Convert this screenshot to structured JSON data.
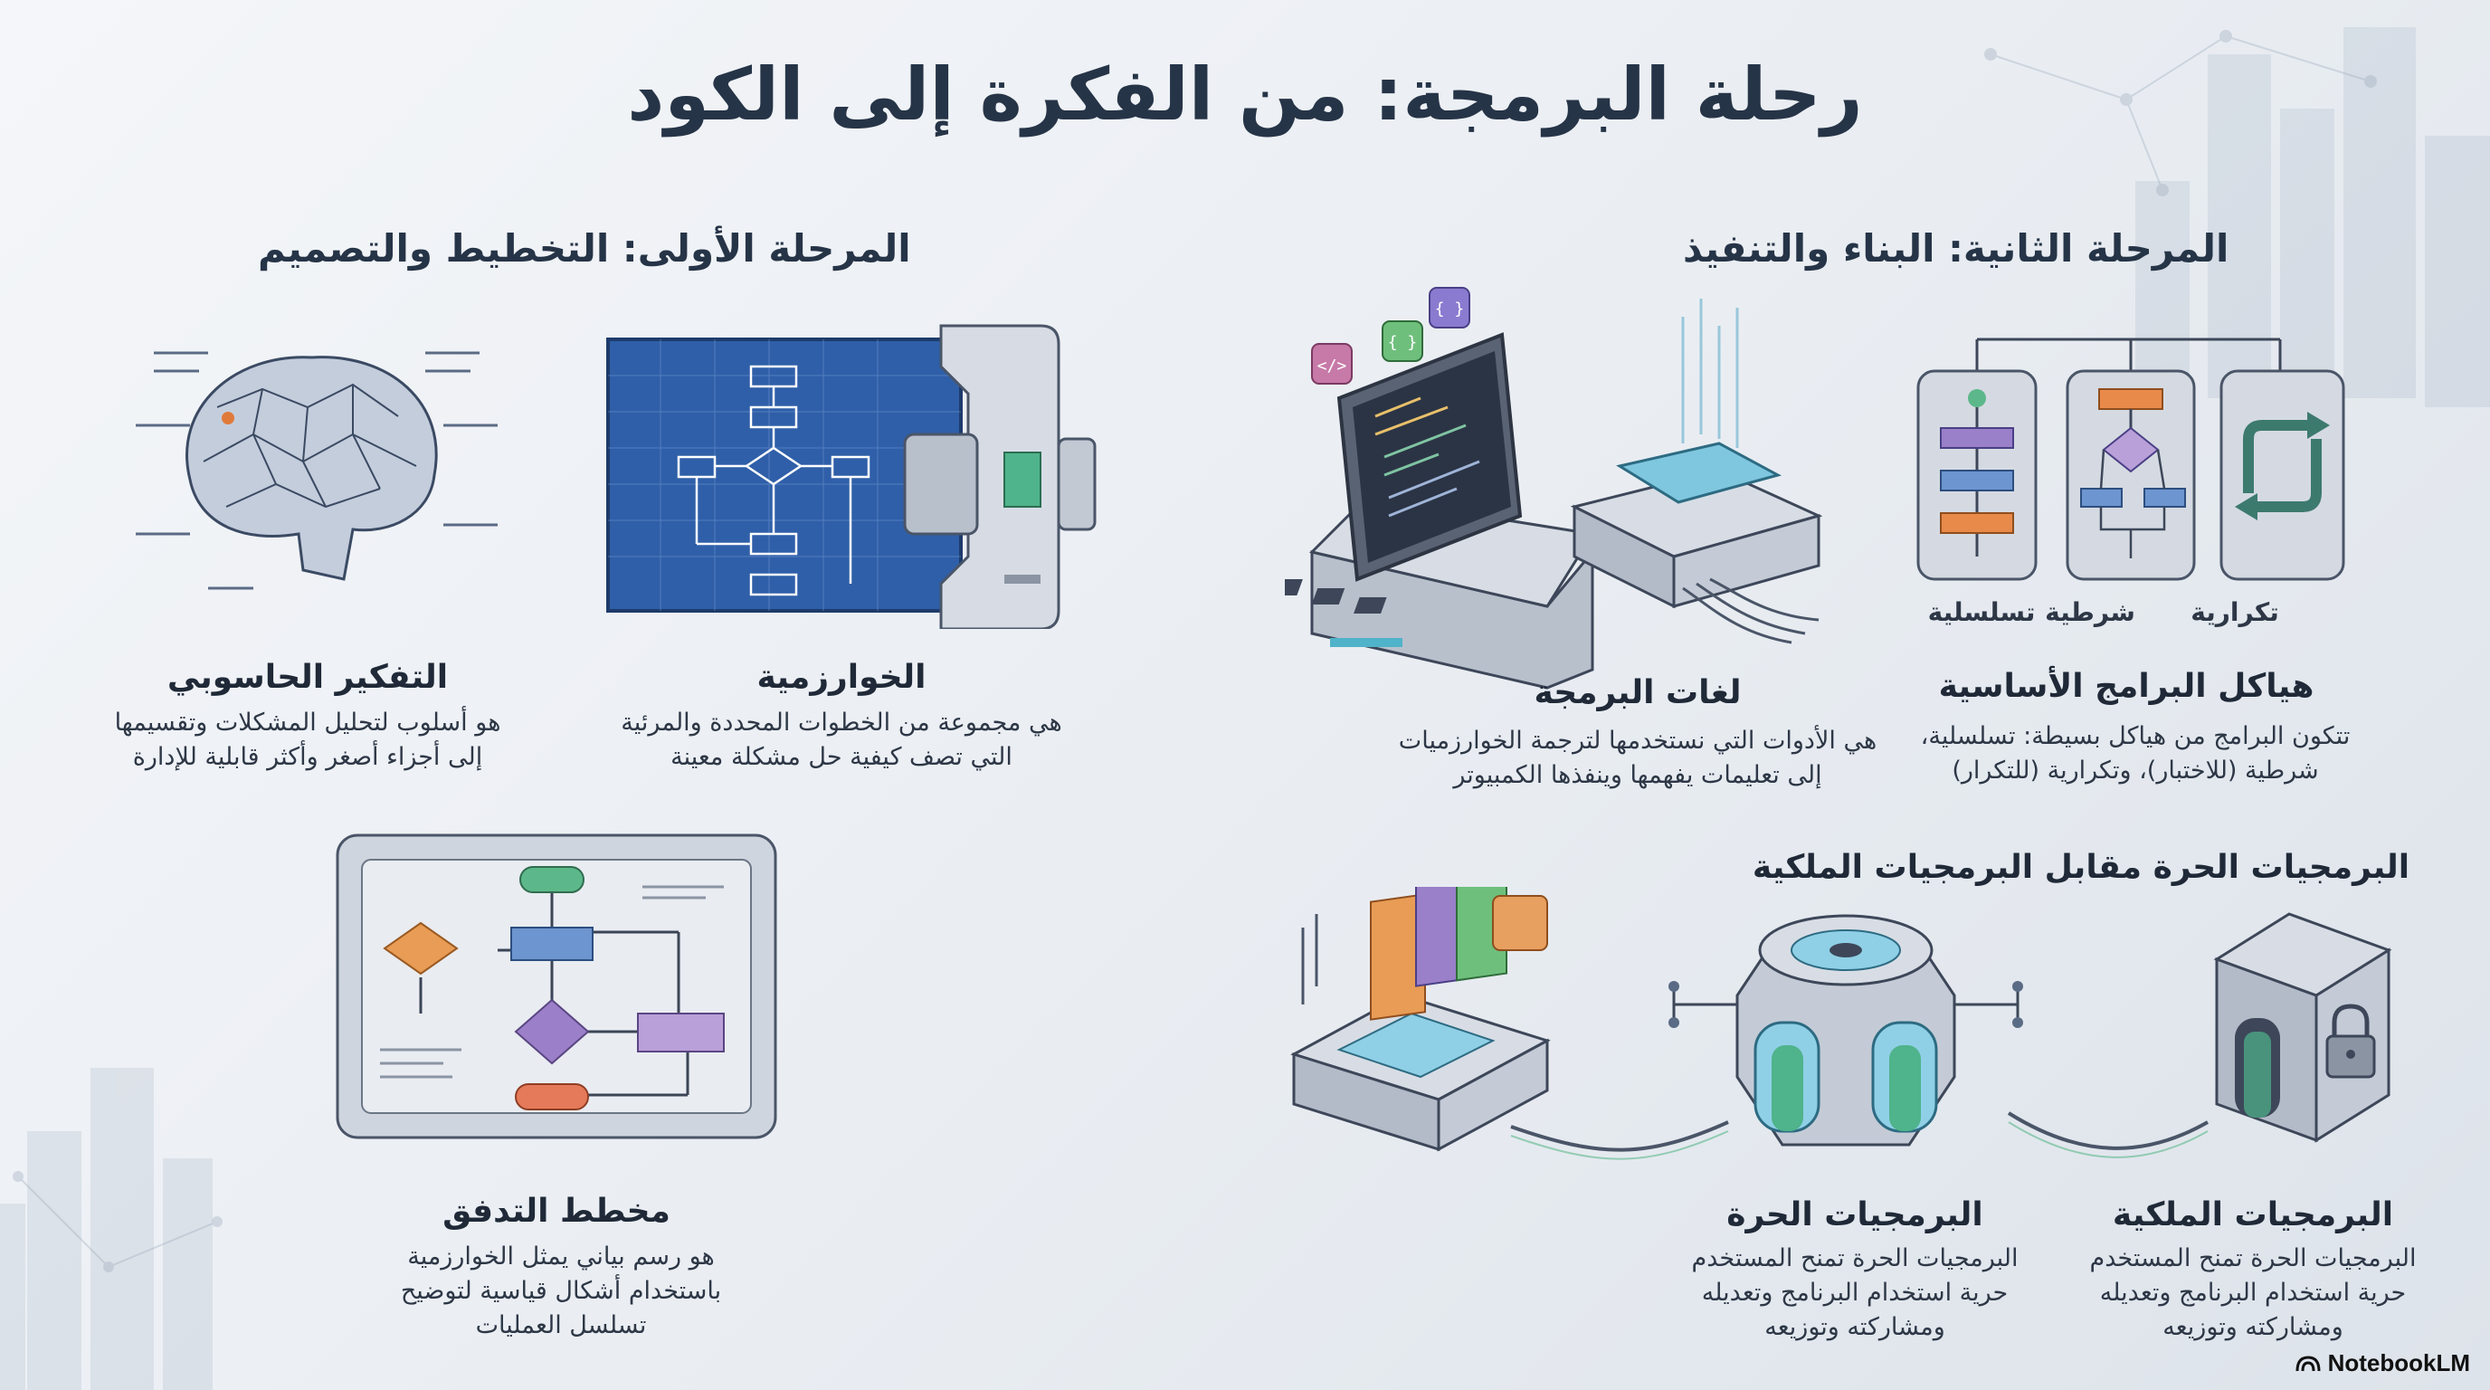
{
  "title": "رحلة البرمجة: من الفكرة إلى الكود",
  "phase1": {
    "heading": "المرحلة الأولى: التخطيط والتصميم"
  },
  "phase2": {
    "heading": "المرحلة الثانية: البناء والتنفيذ"
  },
  "computational_thinking": {
    "title": "التفكير الحاسوبي",
    "lines": [
      "هو أسلوب لتحليل المشكلات وتقسيمها",
      "إلى أجزاء أصغر وأكثر قابلية للإدارة"
    ]
  },
  "algorithm": {
    "title": "الخوارزمية",
    "lines": [
      "هي مجموعة من الخطوات المحددة والمرئية",
      "التي تصف كيفية حل مشكلة معينة"
    ]
  },
  "flowchart": {
    "title": "مخطط التدفق",
    "lines": [
      "هو رسم بياني يمثل الخوارزمية",
      "باستخدام أشكال قياسية لتوضيح",
      "تسلسل العمليات"
    ]
  },
  "programming_languages": {
    "title": "لغات البرمجة",
    "lines": [
      "هي الأدوات التي نستخدمها لترجمة الخوارزميات",
      "إلى تعليمات يفهمها وينفذها الكمبيوتر"
    ]
  },
  "program_structures": {
    "title": "هياكل البرامج الأساسية",
    "lines": [
      "تتكون البرامج من هياكل بسيطة: تسلسلية،",
      "شرطية (للاختبار)، وتكرارية (للتكرار)"
    ],
    "labels": {
      "sequential": "تسلسلية",
      "conditional": "شرطية",
      "iterative": "تكرارية"
    }
  },
  "software": {
    "heading": "البرمجيات الحرة مقابل البرمجيات الملكية",
    "free": {
      "title": "البرمجيات الحرة",
      "lines": [
        "البرمجيات الحرة تمنح المستخدم",
        "حرية استخدام البرنامج وتعديله",
        "ومشاركته وتوزيعه"
      ]
    },
    "proprietary": {
      "title": "البرمجيات الملكية",
      "lines": [
        "البرمجيات الحرة تمنح المستخدم",
        "حرية استخدام البرنامج وتعديله",
        "ومشاركته وتوزيعه"
      ]
    }
  },
  "brand": "NotebookLM",
  "code_badges": [
    "</>",
    "{ }",
    "{ }"
  ]
}
